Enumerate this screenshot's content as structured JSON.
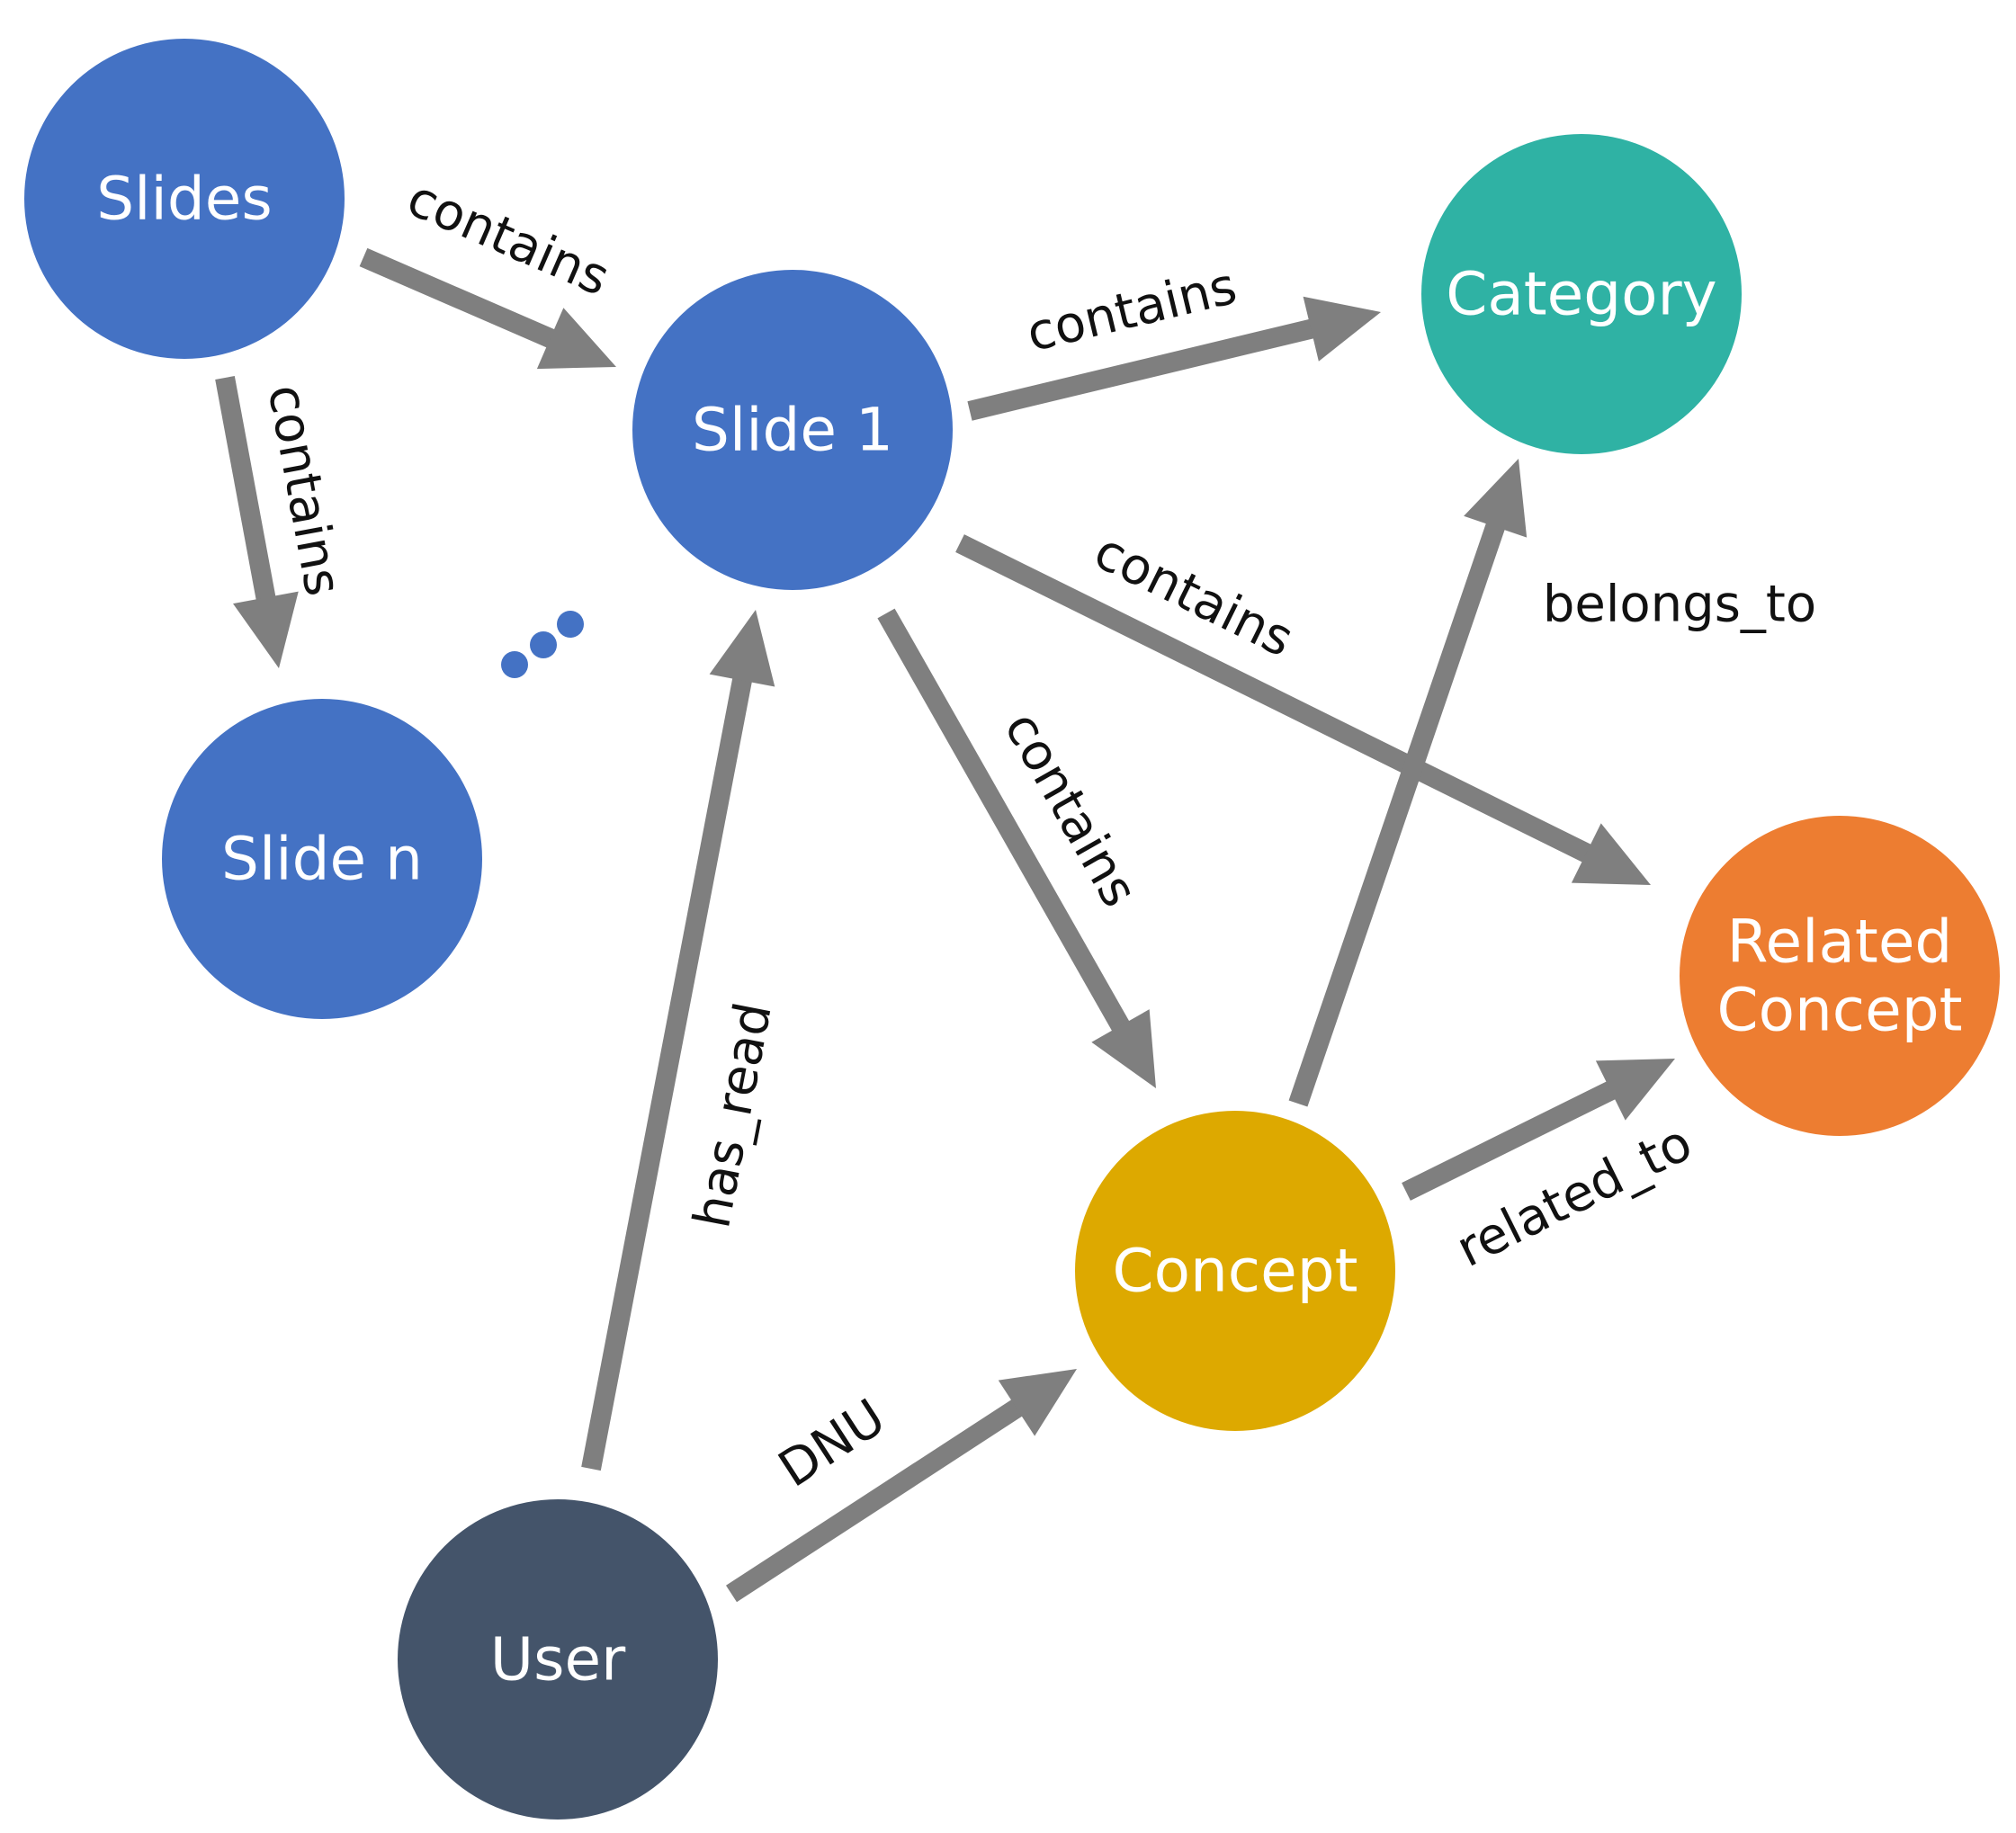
{
  "colors": {
    "slide": "#4472C4",
    "category": "#2FB2A4",
    "related": "#ED7D31",
    "concept": "#DDA900",
    "user": "#44546A",
    "edge": "#7F7F7F"
  },
  "nodes": [
    {
      "id": "slides",
      "lines": [
        "Slides"
      ],
      "color": "slide"
    },
    {
      "id": "slide1",
      "lines": [
        "Slide 1"
      ],
      "color": "slide"
    },
    {
      "id": "sliden",
      "lines": [
        "Slide n"
      ],
      "color": "slide"
    },
    {
      "id": "category",
      "lines": [
        "Category"
      ],
      "color": "category"
    },
    {
      "id": "related",
      "lines": [
        "Related",
        "Concept"
      ],
      "color": "related"
    },
    {
      "id": "concept",
      "lines": [
        "Concept"
      ],
      "color": "concept"
    },
    {
      "id": "user",
      "lines": [
        "User"
      ],
      "color": "user"
    }
  ],
  "edges": [
    {
      "id": "slides-slide1",
      "from": "slides",
      "to": "slide1",
      "label": "contains"
    },
    {
      "id": "slides-sliden",
      "from": "slides",
      "to": "sliden",
      "label": "contains"
    },
    {
      "id": "slide1-category",
      "from": "slide1",
      "to": "category",
      "label": "contains"
    },
    {
      "id": "slide1-related",
      "from": "slide1",
      "to": "related",
      "label": "contains"
    },
    {
      "id": "slide1-concept",
      "from": "slide1",
      "to": "concept",
      "label": "contains"
    },
    {
      "id": "concept-category",
      "from": "concept",
      "to": "category",
      "label": "belongs_to"
    },
    {
      "id": "concept-related",
      "from": "concept",
      "to": "related",
      "label": "related_to"
    },
    {
      "id": "user-slide1",
      "from": "user",
      "to": "slide1",
      "label": "has_read"
    },
    {
      "id": "user-concept",
      "from": "user",
      "to": "concept",
      "label": "DNU"
    }
  ]
}
